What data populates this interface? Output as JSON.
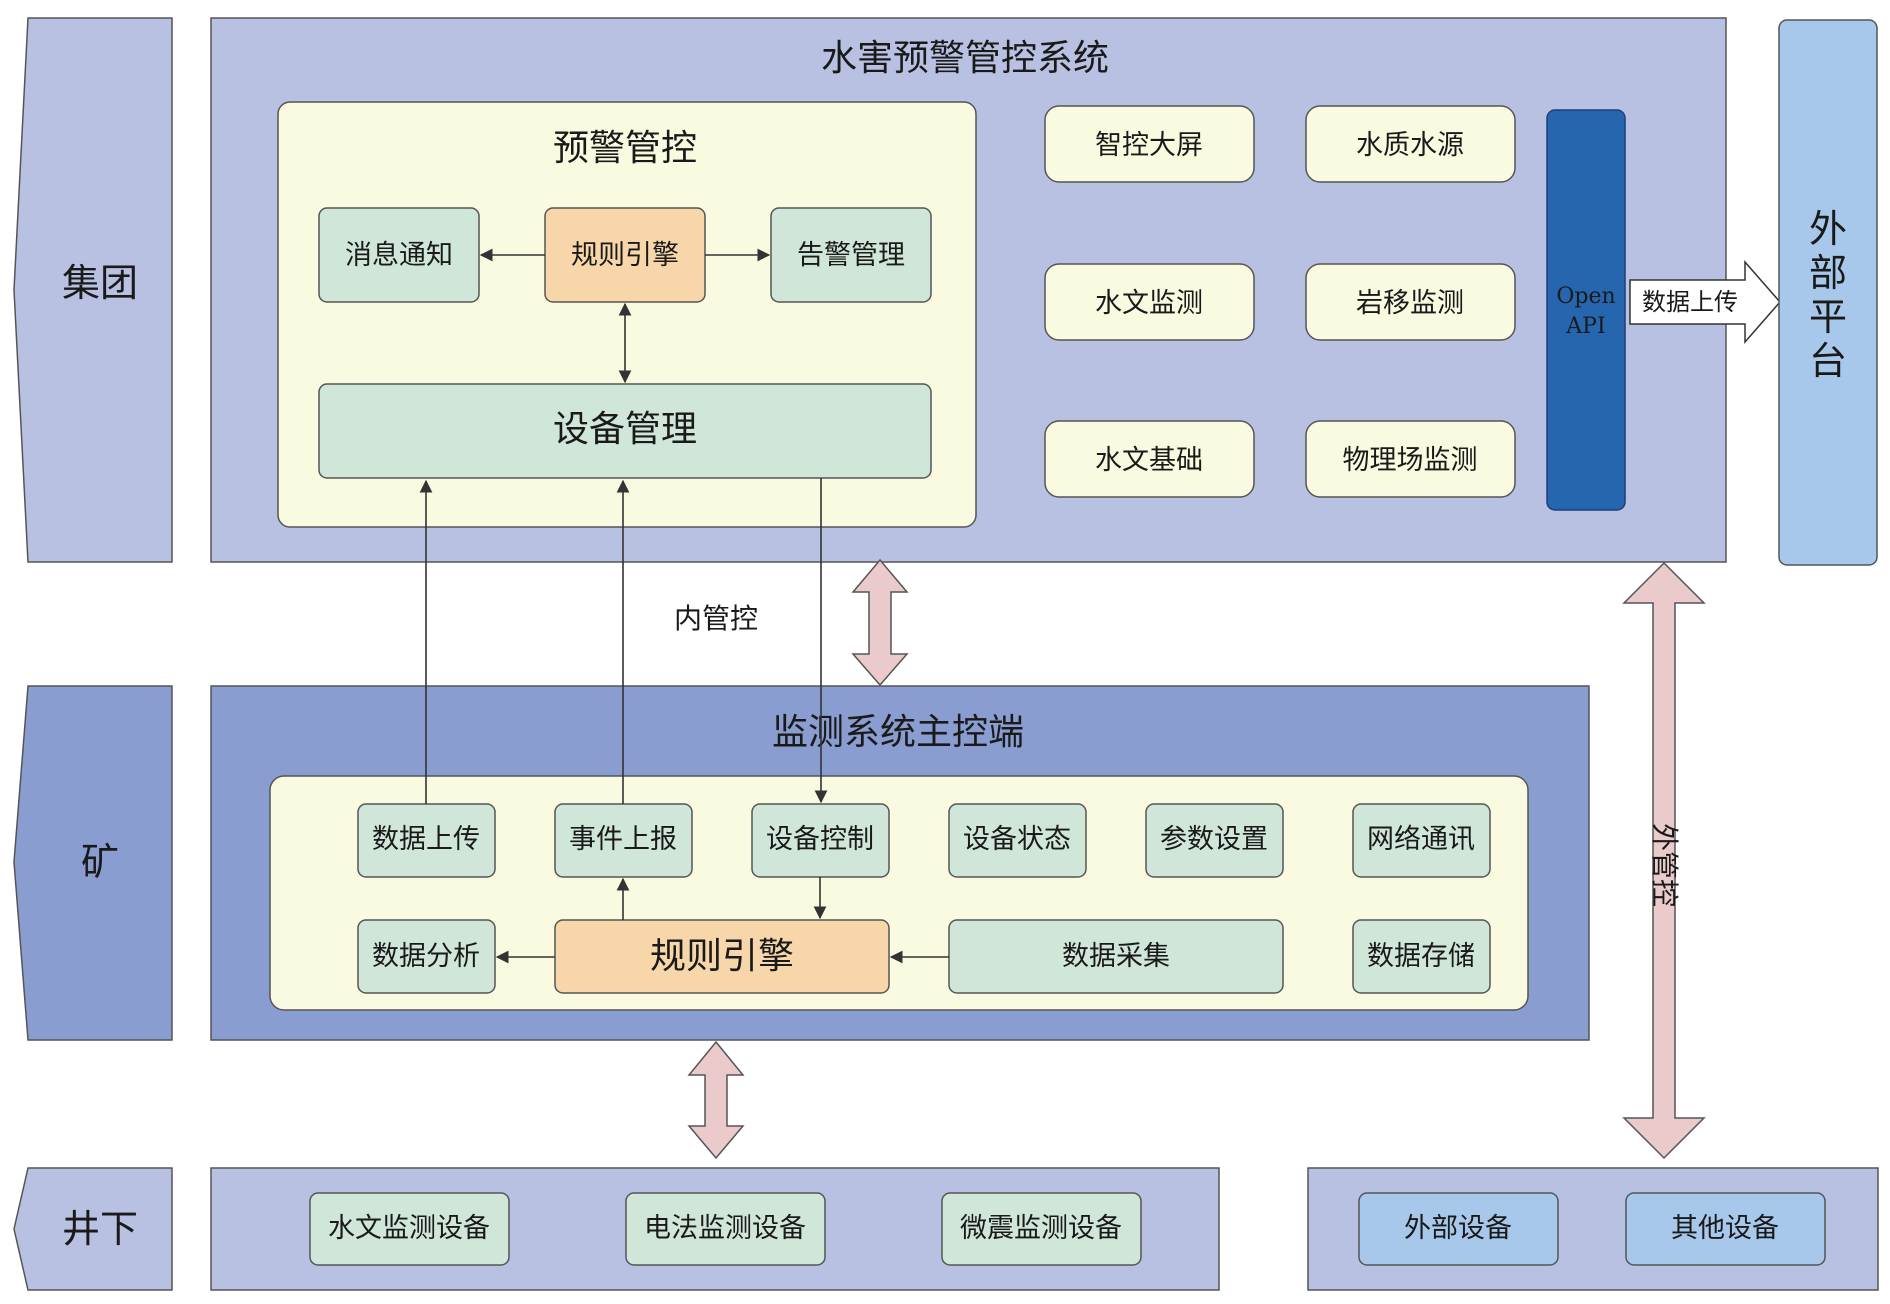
{
  "levels": {
    "group": "集团",
    "mine": "矿",
    "underground": "井下"
  },
  "top_system": {
    "title": "水害预警管控系统",
    "warning_panel": {
      "title": "预警管控",
      "message_notice": "消息通知",
      "rule_engine": "规则引擎",
      "alarm_management": "告警管理",
      "device_management": "设备管理"
    },
    "modules": [
      "智控大屏",
      "水质水源",
      "水文监测",
      "岩移监测",
      "水文基础",
      "物理场监测"
    ],
    "open_api": {
      "line1": "Open",
      "line2": "API"
    }
  },
  "external_platform": {
    "chars": [
      "外",
      "部",
      "平",
      "台"
    ]
  },
  "data_upload_arrow": "数据上传",
  "inner_control": "内管控",
  "outer_control": "外管控",
  "mid_system": {
    "title": "监测系统主控端",
    "row1": [
      "数据上传",
      "事件上报",
      "设备控制",
      "设备状态",
      "参数设置",
      "网络通讯"
    ],
    "data_analysis": "数据分析",
    "rule_engine": "规则引擎",
    "data_collection": "数据采集",
    "data_storage": "数据存储"
  },
  "underground_devices": [
    "水文监测设备",
    "电法监测设备",
    "微震监测设备"
  ],
  "external_devices": [
    "外部设备",
    "其他设备"
  ]
}
